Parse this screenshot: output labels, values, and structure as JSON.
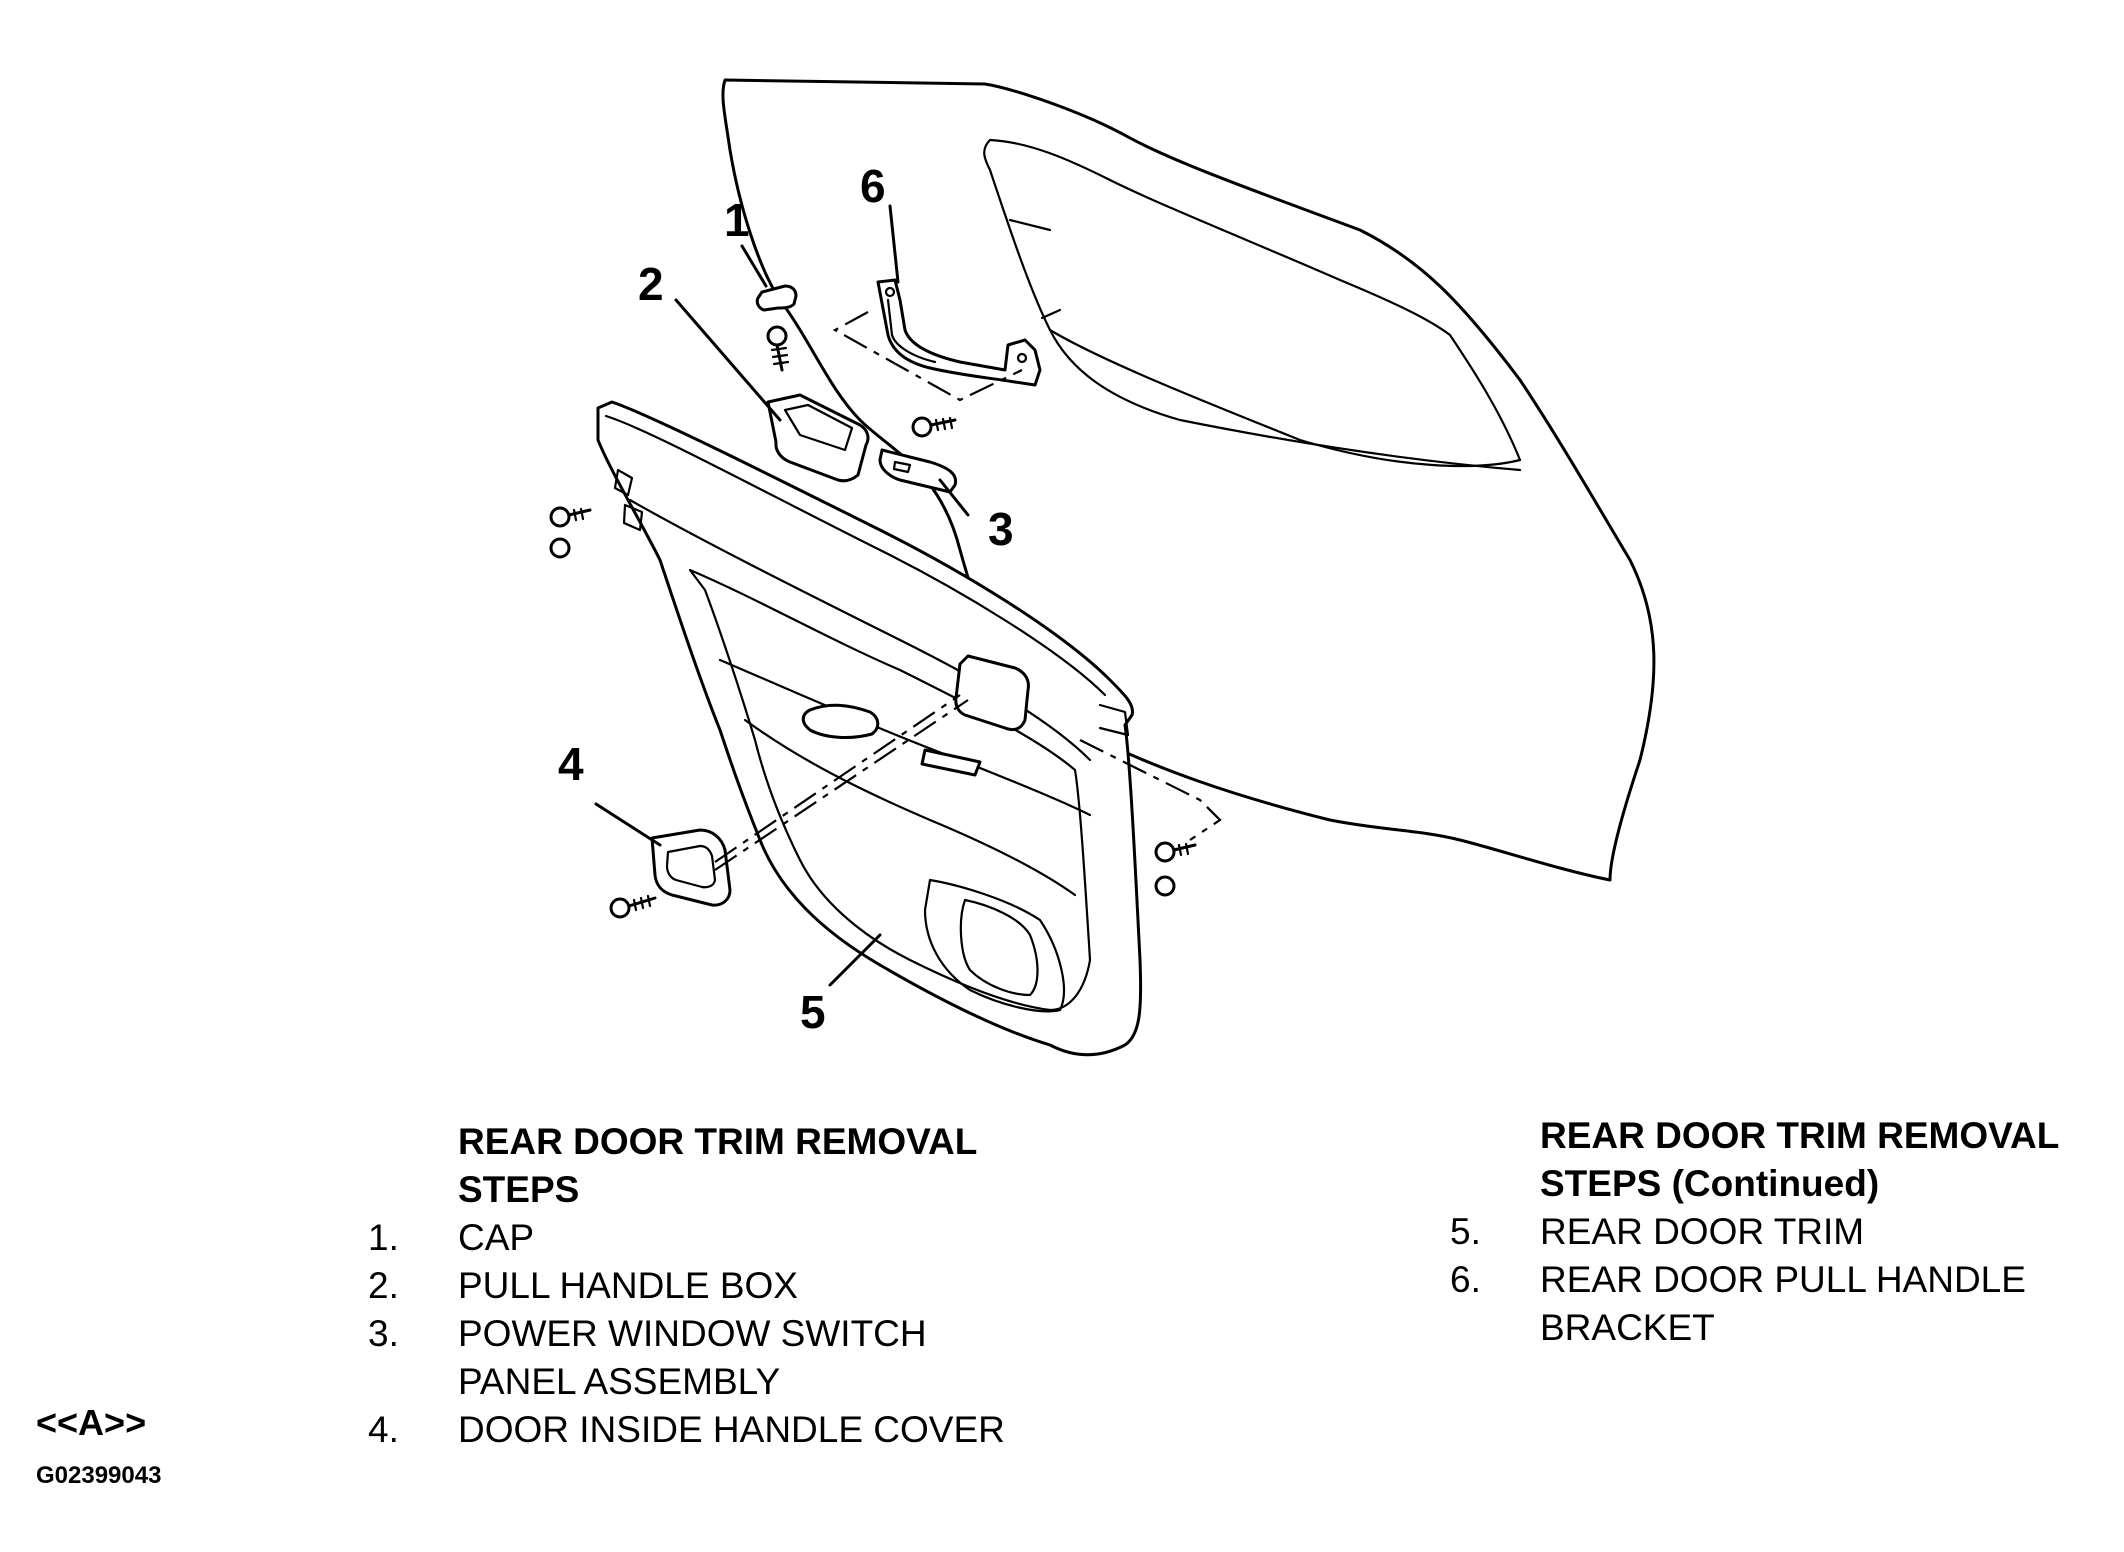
{
  "callouts": [
    "1",
    "2",
    "3",
    "4",
    "5",
    "6"
  ],
  "left_steps": {
    "title": "REAR DOOR TRIM REMOVAL STEPS",
    "items": [
      {
        "num": "1.",
        "text": "CAP"
      },
      {
        "num": "2.",
        "text": "PULL HANDLE BOX"
      },
      {
        "num": "3.",
        "text": "POWER WINDOW SWITCH PANEL ASSEMBLY"
      },
      {
        "num": "4.",
        "text": "DOOR INSIDE HANDLE COVER"
      }
    ]
  },
  "right_steps": {
    "title": "REAR DOOR TRIM REMOVAL STEPS (Continued)",
    "items": [
      {
        "num": "5.",
        "text": "REAR DOOR TRIM"
      },
      {
        "num": "6.",
        "text": "REAR DOOR PULL HANDLE BRACKET"
      }
    ]
  },
  "section_code": "<<A>>",
  "figure_id": "G02399043"
}
